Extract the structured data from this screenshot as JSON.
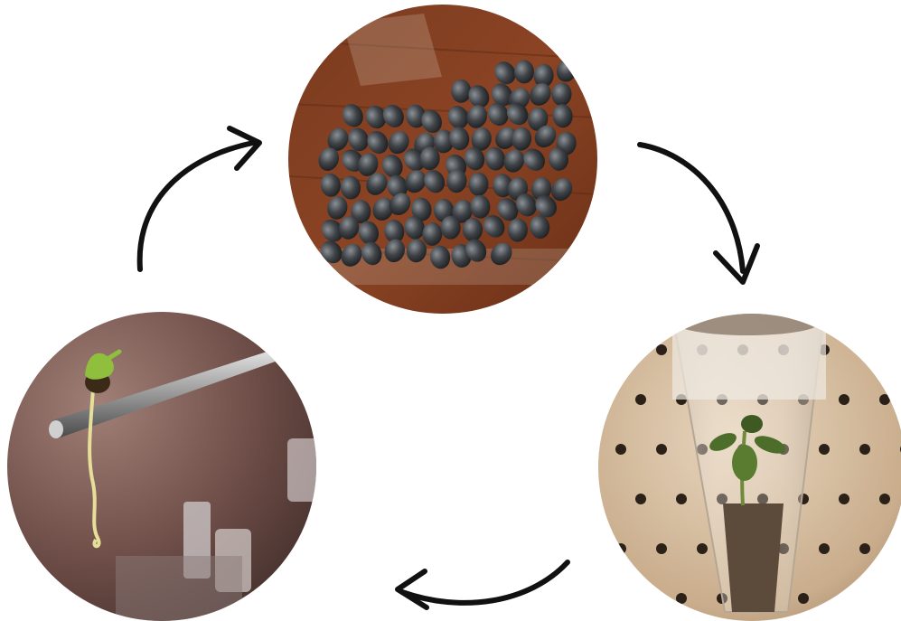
{
  "diagram": {
    "type": "cycle",
    "nodes": [
      {
        "id": "seeds",
        "image": "seeds-photo"
      },
      {
        "id": "tube",
        "image": "seedling-in-tube-photo"
      },
      {
        "id": "sprout",
        "image": "germinated-seed-on-tweezers-photo"
      }
    ],
    "edges": [
      {
        "from": "seeds",
        "to": "tube"
      },
      {
        "from": "tube",
        "to": "sprout"
      },
      {
        "from": "sprout",
        "to": "seeds"
      }
    ],
    "colors": {
      "arrow": "#111111",
      "background": "#ffffff"
    }
  }
}
